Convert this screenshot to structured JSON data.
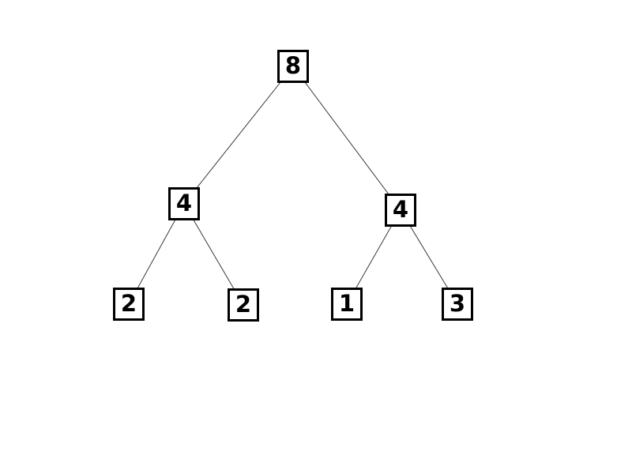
{
  "diagram": {
    "type": "binary-tree",
    "background_color": "#ffffff",
    "node_fill_color": "#ffffff",
    "node_border_color": "#000000",
    "node_text_color": "#000000",
    "edge_color": "#3a3a3a",
    "nodes": [
      {
        "id": "root",
        "value": "8",
        "level": 0
      },
      {
        "id": "left",
        "value": "4",
        "level": 1
      },
      {
        "id": "right",
        "value": "4",
        "level": 1
      },
      {
        "id": "left-left",
        "value": "2",
        "level": 2
      },
      {
        "id": "left-right",
        "value": "2",
        "level": 2
      },
      {
        "id": "right-left",
        "value": "1",
        "level": 2
      },
      {
        "id": "right-right",
        "value": "3",
        "level": 2
      }
    ],
    "edges": [
      [
        "root",
        "left"
      ],
      [
        "root",
        "right"
      ],
      [
        "left",
        "left-left"
      ],
      [
        "left",
        "left-right"
      ],
      [
        "right",
        "right-left"
      ],
      [
        "right",
        "right-right"
      ]
    ]
  }
}
